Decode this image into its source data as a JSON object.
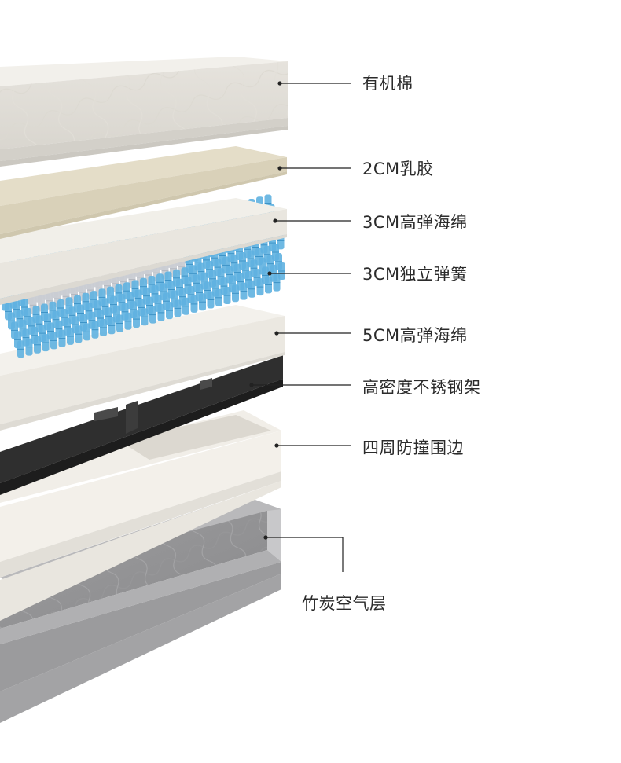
{
  "diagram": {
    "layers": [
      {
        "id": "organic-cotton",
        "label": "有机棉"
      },
      {
        "id": "latex",
        "label": "2CM乳胶"
      },
      {
        "id": "foam-top",
        "label": "3CM高弹海绵"
      },
      {
        "id": "springs",
        "label": "3CM独立弹簧"
      },
      {
        "id": "foam-bottom",
        "label": "5CM高弹海绵"
      },
      {
        "id": "steel-frame",
        "label": "高密度不锈钢架"
      },
      {
        "id": "border",
        "label": "四周防撞围边"
      },
      {
        "id": "air-layer",
        "label": "竹炭空气层"
      }
    ]
  },
  "colors": {
    "cotton": "#eceae4",
    "latex": "#e0d9c4",
    "foam": "#ece9e2",
    "spring_blue": "#5fb1e0",
    "spring_grey": "#c9ccd3",
    "steel": "#2f2f2f",
    "border": "#efece5",
    "bamboo": "#a9a9ab",
    "leader": "#222222"
  }
}
